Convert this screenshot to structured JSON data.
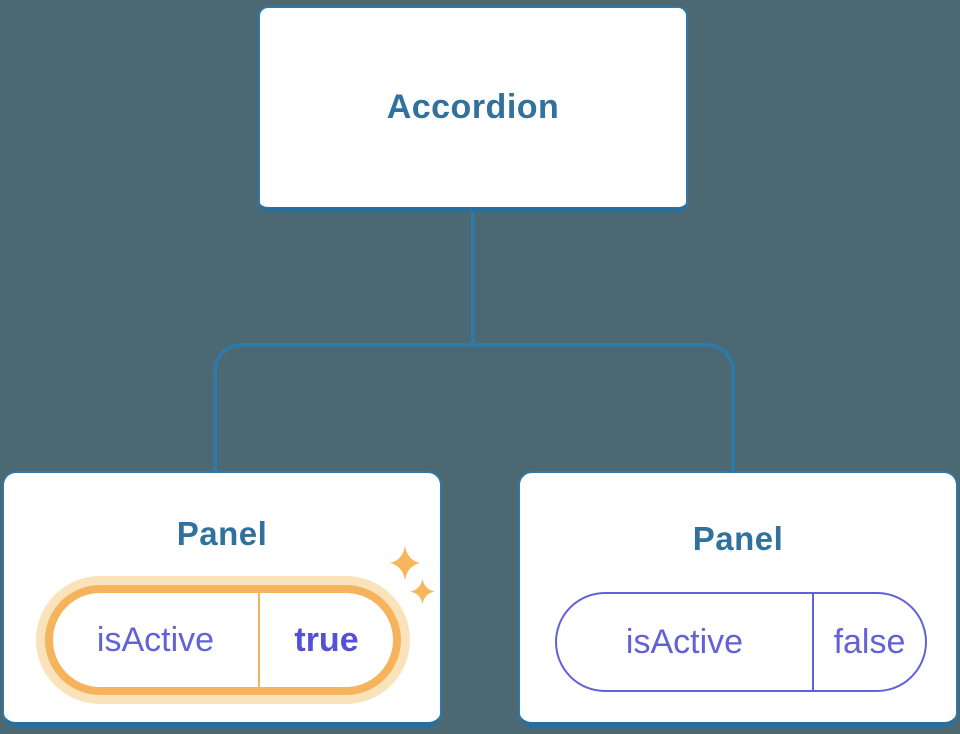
{
  "diagram": {
    "root": {
      "label": "Accordion"
    },
    "panels": [
      {
        "title": "Panel",
        "state_key": "isActive",
        "state_value": "true",
        "highlighted": true
      },
      {
        "title": "Panel",
        "state_key": "isActive",
        "state_value": "false",
        "highlighted": false
      }
    ],
    "icons": {
      "active_panel_badge": "sparkles-icon"
    }
  },
  "colors": {
    "background": "#4C6873",
    "connector_blue": "#2E79A5",
    "connector_blue_dark": "#2A6E9C",
    "node_text_blue": "#30719E",
    "state_purple": "#6262D8",
    "state_purple_bold": "#5551D6",
    "highlight_orange": "#F5B45C",
    "highlight_divider": "#F2B25F",
    "highlight_glow": "#FAE2BB",
    "sparkle_orange": "#F6B75C",
    "node_bg": "#FFFFFF"
  }
}
